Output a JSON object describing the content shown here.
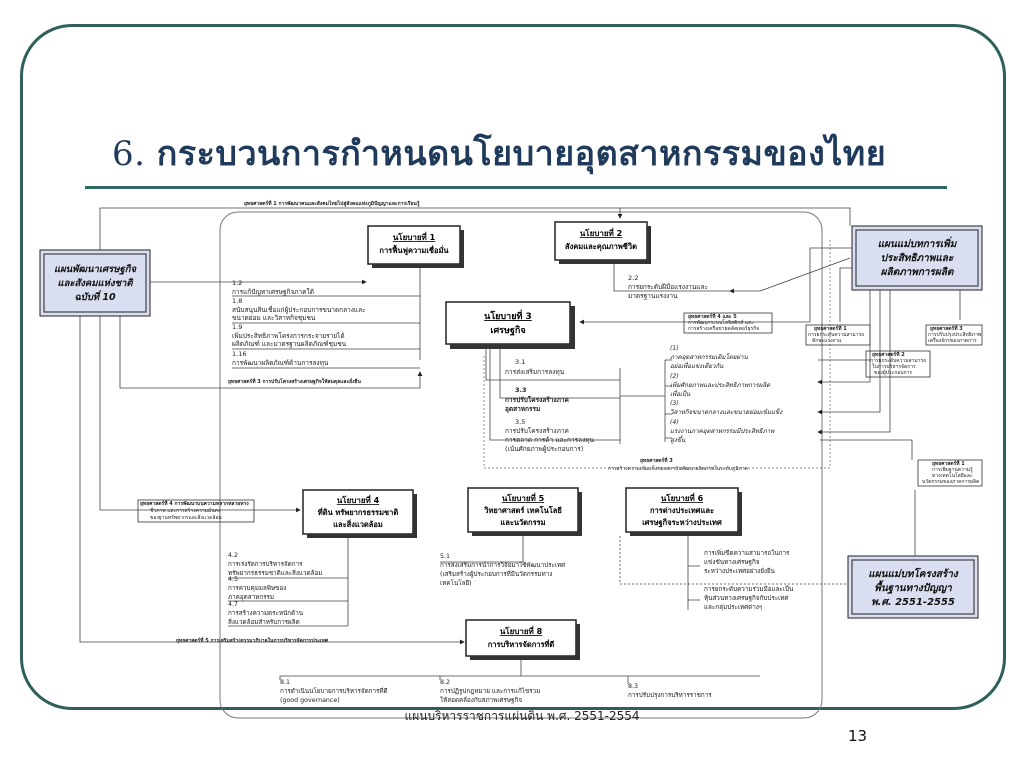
{
  "slide": {
    "title_num": "6.",
    "title_text": "กระบวนการกำหนดนโยบายอุตสาหกรรมของไทย",
    "page_number": "13"
  },
  "diagram": {
    "footer_caption": "แผนบริหารราชการแผ่นดิน พ.ศ. 2551-2554",
    "left_plan": [
      "แผนพัฒนาเศรษฐกิจ",
      "และสังคมแห่งชาติ",
      "ฉบับที่ 10"
    ],
    "right_plan_top": [
      "แผนแม่บทการเพิ่ม",
      "ประสิทธิภาพและ",
      "ผลิตภาพการผลิต"
    ],
    "right_plan_bottom": [
      "แผนแม่บทโครงสร้าง",
      "พื้นฐานทางปัญญา",
      "พ.ศ. 2551-2555"
    ],
    "policies": {
      "p1": [
        "นโยบายที่ 1",
        "การฟื้นฟูความเชื่อมั่น"
      ],
      "p2": [
        "นโยบายที่ 2",
        "สังคมและคุณภาพชีวิต"
      ],
      "p3": [
        "นโยบายที่ 3",
        "เศรษฐกิจ"
      ],
      "p4": [
        "นโยบายที่ 4",
        "ที่ดิน ทรัพยากรธรรมชาติ",
        "และสิ่งแวดล้อม"
      ],
      "p5": [
        "นโยบายที่ 5",
        "วิทยาศาสตร์ เทคโนโลยี",
        "และนวัตกรรม"
      ],
      "p6": [
        "นโยบายที่ 6",
        "การต่างประเทศและ",
        "เศรษฐกิจระหว่างประเทศ"
      ],
      "p8": [
        "นโยบายที่ 8",
        "การบริหารจัดการที่ดี"
      ]
    },
    "items_p1": [
      {
        "num": "1.2",
        "text": [
          "การแก้ปัญหาเศรษฐกิจภาคใต้"
        ]
      },
      {
        "num": "1.8",
        "text": [
          "สนับสนุนสินเชื่อแก่ผู้ประกอบการขนาดกลางและ",
          "ขนาดย่อม และวิสาหกิจชุมชน"
        ]
      },
      {
        "num": "1.9",
        "text": [
          "เพิ่มประสิทธิภาพโครงการกระจายรายได้",
          "ผลิตภัณฑ์ และมาตรฐานผลิตภัณฑ์ชุมชน"
        ]
      },
      {
        "num": "1.16",
        "text": [
          "การพัฒนาผลิตภัณฑ์ด้านการลงทุน"
        ]
      }
    ],
    "items_p2": {
      "num": "2.2",
      "text": [
        "การยกระดับฝีมือแรงงานและ",
        "มาตรฐานแรงงาน"
      ]
    },
    "items_p3": [
      {
        "num": "3.1",
        "text": [
          "การส่งเสริมการลงทุน"
        ]
      },
      {
        "num": "3.3",
        "text": [
          "การปรับโครงสร้างภาค",
          "อุตสาหกรรม"
        ]
      },
      {
        "num": "3.5",
        "text": [
          "การปรับโครงสร้างภาค",
          "การตลาด การค้า และการลงทุน",
          "(เน้นศักยภาพผู้ประกอบการ)"
        ]
      }
    ],
    "items_p3_sub": [
      {
        "num": "(1)",
        "text": [
          "ภาคอุตสาหกรรมเดิมโดยผ่าน",
          "อย่อเพื่อแข่งเดียวกัน"
        ]
      },
      {
        "num": "(2)",
        "text": [
          "เพิ่มศักยภาพและประสิทธิภาพการผลิต",
          "เพื่อเป็น"
        ]
      },
      {
        "num": "(3)",
        "text": [
          "วิสาหกิจขนาดกลางและขนาดย่อมเข้มแข็ง"
        ]
      },
      {
        "num": "(4)",
        "text": [
          "แรงงานภาคอุตสาหกรรมมีประสิทธิภาพ",
          "สูงขึ้น"
        ]
      }
    ],
    "items_p4": [
      {
        "num": "4.2",
        "text": [
          "การเร่งรัดการบริหารจัดการ",
          "ทรัพยากรธรรมชาติและสิ่งแวดล้อม"
        ]
      },
      {
        "num": "4.5",
        "text": [
          "การควบคุมมลพิษของ",
          "ภาคอุตสาหกรรม"
        ]
      },
      {
        "num": "4.7",
        "text": [
          "การสร้างความตระหนักด้าน",
          "สิ่งแวดล้อมสำหรับการผลิต"
        ]
      }
    ],
    "items_p5": {
      "num": "5.1",
      "text": [
        "การส่งเสริมการนำการวิจัยมาใช้พัฒนาประเทศ",
        "(เสริมสร้างผู้ประกอบการที่มีนวัตกรรมทาง",
        "เทคโนโลยี)"
      ]
    },
    "items_p6": [
      {
        "text": [
          "การเพิ่มขีดความสามารถในการ",
          "แข่งขันทางเศรษฐกิจ",
          "ระหว่างประเทศอย่างยั่งยืน"
        ]
      },
      {
        "text": [
          "การยกระดับความร่วมมือและเป็น",
          "หุ้นส่วนทางเศรษฐกิจกับประเทศ",
          "และกลุ่มประเทศต่างๆ"
        ]
      }
    ],
    "items_p8": [
      {
        "num": "8.1",
        "text": [
          "การดำเนินนโยบายการบริหารจัดการที่ดี",
          "(good governance)"
        ]
      },
      {
        "num": "8.2",
        "text": [
          "การปฏิรูปกฎหมาย และการแก้ไขรวม",
          "ให้สอดคล้องกับสภาพเศรษฐกิจ"
        ]
      },
      {
        "num": "8.3",
        "text": [
          "การปรับปรุงการบริหารราชการ"
        ]
      }
    ],
    "strategy_notes": {
      "top": "ยุทธศาสตร์ที่ 1 การพัฒนาคนและสังคมไทยไปสู่สังคมแห่งภูมิปัญญาและการเรียนรู้",
      "left3": "ยุทธศาสตร์ที่ 3 การปรับโครงสร้างเศรษฐกิจให้สมดุลและยั่งยืน",
      "left4": [
        "ยุทธศาสตร์ที่ 4 การพัฒนาบนความหลากหลายทาง",
        "ชีวภาพ และการสร้างความมั่นคง",
        "ของฐานทรัพยากรและสิ่งแวดล้อม"
      ],
      "left5": "ยุทธศาสตร์ที่ 5 การเสริมสร้างธรรมาภิบาลในการบริหารจัดการประเทศ",
      "mid45": [
        "ยุทธศาสตร์ที่ 4 และ 5",
        "การพัฒนาระบบโลจิสติกส์ และ",
        "การสร้างเครือข่ายคลัสเตอร์ธุรกิจ"
      ],
      "center3": [
        "ยุทธศาสตร์ที่ 3",
        "การสร้างความเข้มแข็งของสถาบันพัฒนาผลิตภาพในระดับภูมิภาค"
      ],
      "right1": [
        "ยุทธศาสตร์ที่ 1",
        "การยกระดับความสามารถ",
        "ทักษะแรงงาน"
      ],
      "right2": [
        "ยุทธศาสตร์ที่ 2",
        "การยกระดับความสามารถ",
        "ในการบริหารจัดการ",
        "ของผู้ประกอบการ"
      ],
      "right3": [
        "ยุทธศาสตร์ที่ 3",
        "การปรับปรุงประสิทธิภาพ",
        "เครื่องจักรของภาคการ"
      ],
      "right_bottom1": [
        "ยุทธศาสตร์ที่ 1",
        "การเพิ่มฐานความรู้",
        "ทางเทคโนโลยีและ",
        "นวัตกรรมของภาคการผลิต"
      ]
    }
  }
}
